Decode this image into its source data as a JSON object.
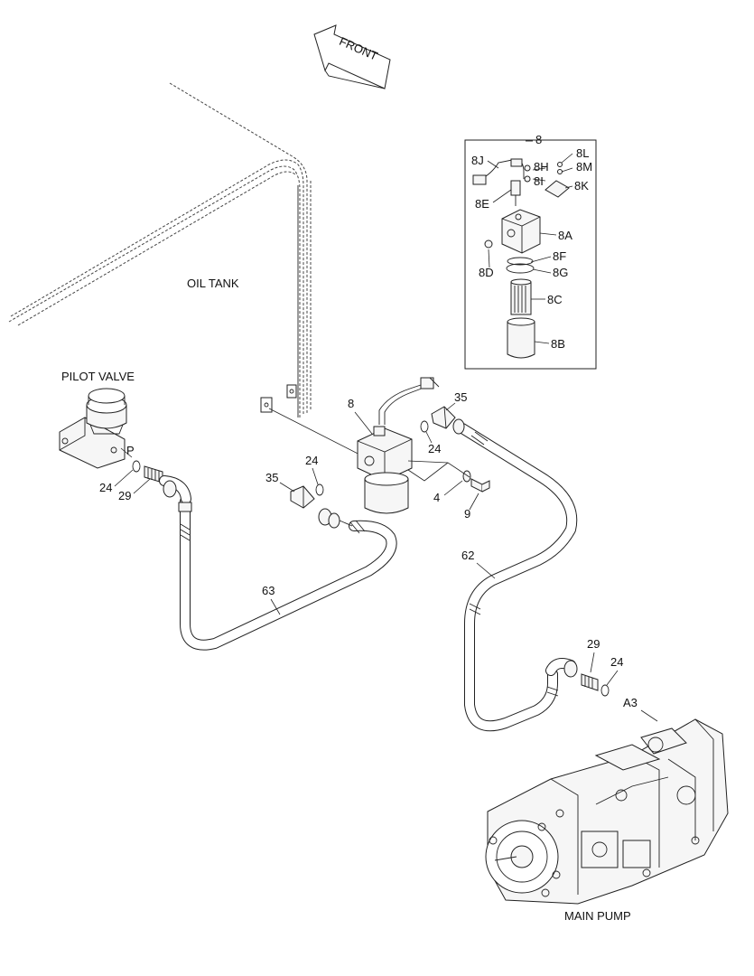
{
  "direction": {
    "label": "FRONT"
  },
  "titles": {
    "oil_tank": "OIL TANK",
    "pilot_valve": "PILOT VALVE",
    "main_pump": "MAIN PUMP"
  },
  "inset": {
    "title": "8",
    "labels": {
      "8J": "8J",
      "8H": "8H",
      "8I": "8I",
      "8L": "8L",
      "8M": "8M",
      "8K": "8K",
      "8E": "8E",
      "8A": "8A",
      "8F": "8F",
      "8G": "8G",
      "8D": "8D",
      "8C": "8C",
      "8B": "8B"
    }
  },
  "callouts": {
    "p_port": "P",
    "pv_24": "24",
    "pv_29": "29",
    "filter_8": "8",
    "elbow_35_right": "35",
    "oring_24_right": "24",
    "oring_24_mid": "24",
    "elbow_35_left": "35",
    "washer_4": "4",
    "bolt_9": "9",
    "hose_63": "63",
    "hose_62": "62",
    "pump_29": "29",
    "pump_24": "24",
    "port_a3": "A3"
  },
  "colors": {
    "line": "#222222",
    "background": "#ffffff"
  }
}
